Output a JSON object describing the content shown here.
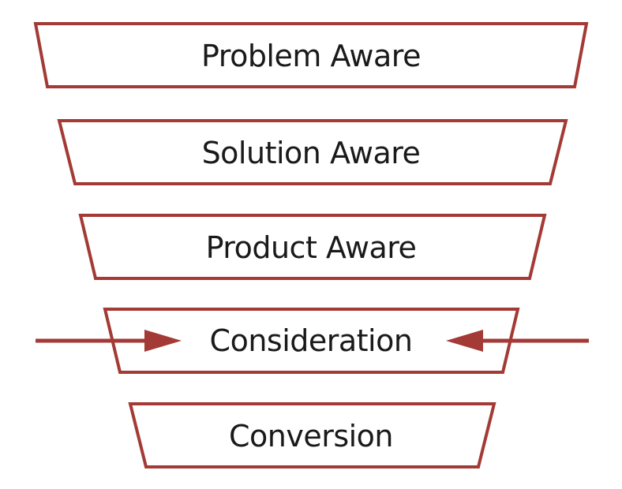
{
  "colors": {
    "outline": "#a33a35",
    "arrow": "#a33a35",
    "fill": "#ffffff",
    "text": "#1a1a1a"
  },
  "funnel": {
    "stages": [
      {
        "label": "Problem Aware",
        "highlighted": false
      },
      {
        "label": "Solution Aware",
        "highlighted": false
      },
      {
        "label": "Product Aware",
        "highlighted": false
      },
      {
        "label": "Consideration",
        "highlighted": true
      },
      {
        "label": "Conversion",
        "highlighted": false
      }
    ]
  },
  "arrows": {
    "target_stage": "Consideration",
    "directions": [
      "pointing-right",
      "pointing-left"
    ]
  }
}
